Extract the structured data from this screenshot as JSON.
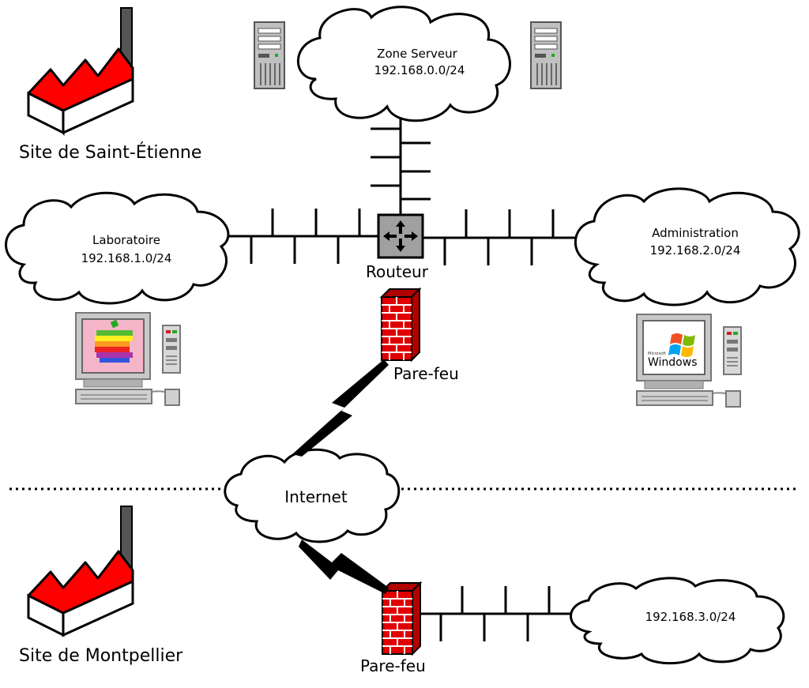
{
  "labels": {
    "site_saint_etienne": "Site de Saint-Étienne",
    "site_montpellier": "Site de Montpellier",
    "router": "Routeur",
    "firewall_top": "Pare-feu",
    "firewall_bottom": "Pare-feu",
    "internet": "Internet"
  },
  "clouds": {
    "server_zone": {
      "name": "Zone Serveur",
      "subnet": "192.168.0.0/24"
    },
    "laboratory": {
      "name": "Laboratoire",
      "subnet": "192.168.1.0/24"
    },
    "administration": {
      "name": "Administration",
      "subnet": "192.168.2.0/24"
    },
    "montpellier_lan": {
      "subnet": "192.168.3.0/24"
    }
  },
  "icons": {
    "factory": "factory-icon",
    "server": "server-tower-icon",
    "router": "router-icon",
    "firewall": "firewall-brick-icon",
    "mac": "apple-computer-icon",
    "windows": "windows-computer-icon",
    "lightning": "wan-link-lightning-icon"
  },
  "windows_logo": {
    "small": "Microsoft",
    "big": "Windows"
  },
  "colors": {
    "factory_roof": "#ff0000",
    "firewall_brick": "#e00000",
    "router_body": "#a0a0a0",
    "computer_gray": "#c8c8c8"
  }
}
